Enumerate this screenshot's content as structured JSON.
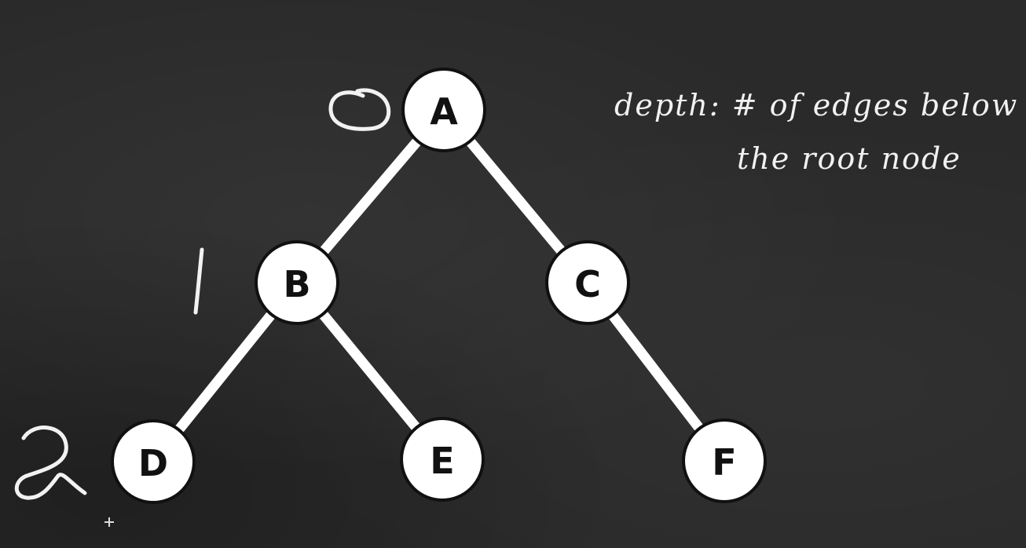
{
  "tree": {
    "nodes": [
      {
        "id": "A",
        "label": "A"
      },
      {
        "id": "B",
        "label": "B"
      },
      {
        "id": "C",
        "label": "C"
      },
      {
        "id": "D",
        "label": "D"
      },
      {
        "id": "E",
        "label": "E"
      },
      {
        "id": "F",
        "label": "F"
      }
    ],
    "edges": [
      {
        "from": "A",
        "to": "B"
      },
      {
        "from": "A",
        "to": "C"
      },
      {
        "from": "B",
        "to": "D"
      },
      {
        "from": "B",
        "to": "E"
      },
      {
        "from": "C",
        "to": "F"
      }
    ]
  },
  "depth_marks": [
    "0",
    "1",
    "2"
  ],
  "note": {
    "line1": "depth: # of edges below",
    "line2": "the root node"
  },
  "colors": {
    "background": "#2a2a2a",
    "chalk": "#ffffff",
    "node_fill": "#ffffff",
    "node_text": "#111111"
  }
}
